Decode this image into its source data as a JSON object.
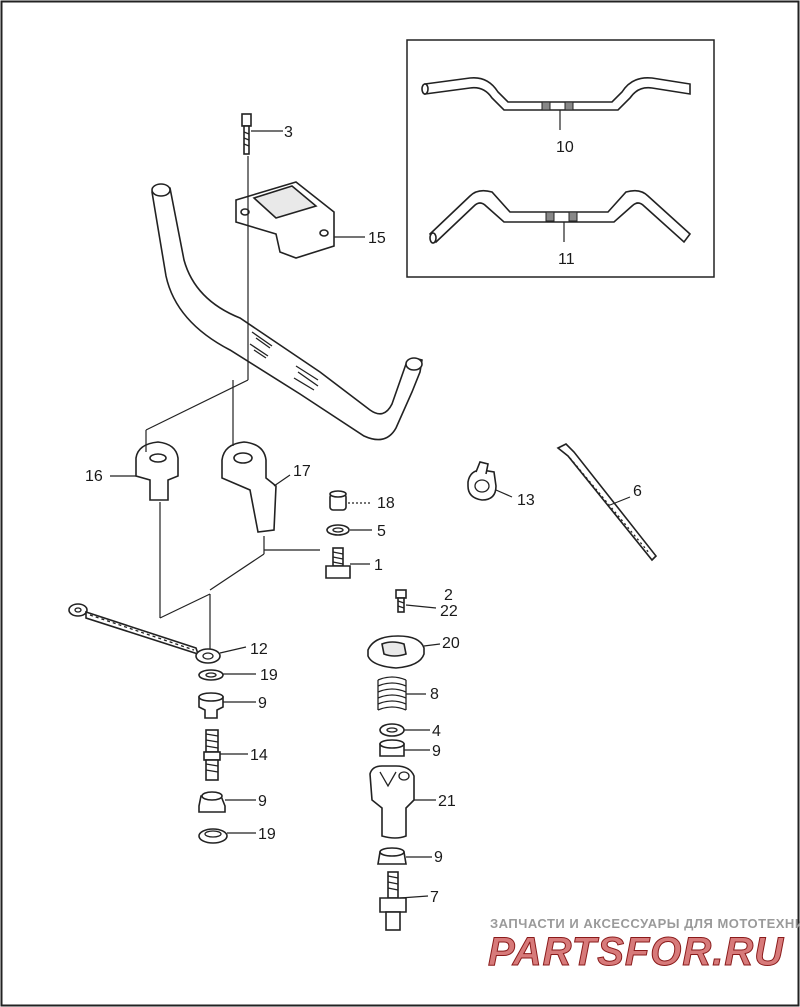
{
  "watermark": {
    "tagline": "ЗАПЧАСТИ И АКСЕССУАРЫ ДЛЯ МОТОТЕХНИКИ",
    "logo": "PARTSFOR.RU",
    "color_dark": "#8a1a1a",
    "color_light": "#d77a7a"
  },
  "callouts": {
    "c1": "1",
    "c2": "2",
    "c3": "3",
    "c4": "4",
    "c5": "5",
    "c6": "6",
    "c7": "7",
    "c8": "8",
    "c9a": "9",
    "c9b": "9",
    "c9c": "9",
    "c9d": "9",
    "c10": "10",
    "c11": "11",
    "c12": "12",
    "c13": "13",
    "c14": "14",
    "c15": "15",
    "c16": "16",
    "c17": "17",
    "c18": "18",
    "c19a": "19",
    "c19b": "19",
    "c20": "20",
    "c21": "21",
    "c22": "22"
  }
}
